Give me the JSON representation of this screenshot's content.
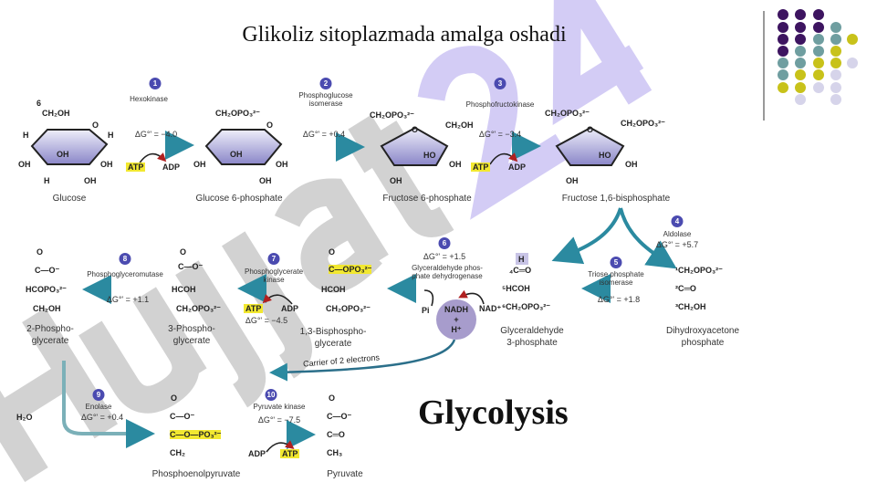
{
  "slide_title": "Glikoliz sitoplazmada amalga oshadi",
  "watermark": "Hujjat24",
  "decoration_colors": {
    "purple": "#3d1460",
    "teal": "#6f9ea0",
    "yellow": "#c8c21a",
    "lavender": "#d6d4ea"
  },
  "diagram": {
    "heading": "Glycolysis",
    "steps": [
      {
        "num": "1",
        "enzyme": "Hexokinase",
        "dg": "ΔG°' = −4.0"
      },
      {
        "num": "2",
        "enzyme": "Phosphoglucose",
        "enzyme2": "isomerase",
        "dg": "ΔG°' = +0.4"
      },
      {
        "num": "3",
        "enzyme": "Phosphofructokinase",
        "dg": "ΔG°' = −3.4"
      },
      {
        "num": "4",
        "enzyme": "Aldolase",
        "dg": "ΔG°' = +5.7"
      },
      {
        "num": "5",
        "enzyme": "Triose phosphate",
        "enzyme2": "isomerase",
        "dg": "ΔG°' = +1.8"
      },
      {
        "num": "6",
        "enzyme": "Glyceraldehyde phos-",
        "enzyme2": "phate dehydrogenase",
        "dg": "ΔG°' = +1.5"
      },
      {
        "num": "7",
        "enzyme": "Phosphoglycerate",
        "enzyme2": "kinase",
        "dg": "ΔG°' = −4.5"
      },
      {
        "num": "8",
        "enzyme": "Phosphoglyceromutase",
        "dg": "ΔG°' = +1.1"
      },
      {
        "num": "9",
        "enzyme": "Enolase",
        "dg": "ΔG°' = +0.4"
      },
      {
        "num": "10",
        "enzyme": "Pyruvate kinase",
        "dg": "ΔG°' = −7.5"
      }
    ],
    "compounds": {
      "glucose": "Glucose",
      "g6p": "Glucose 6-phosphate",
      "f6p": "Fructose 6-phosphate",
      "f16bp": "Fructose 1,6-bisphosphate",
      "dhap1": "Dihydroxyacetone",
      "dhap2": "phosphate",
      "g3p1": "Glyceraldehyde",
      "g3p2": "3-phosphate",
      "bpg1": "1,3-Bisphospho-",
      "bpg2": "glycerate",
      "pg3_1": "3-Phospho-",
      "pg3_2": "glycerate",
      "pg2_1": "2-Phospho-",
      "pg2_2": "glycerate",
      "pep": "Phosphoenolpyruvate",
      "pyruvate": "Pyruvate"
    },
    "cofactors": {
      "atp": "ATP",
      "adp": "ADP",
      "pi": "Pi",
      "nad": "NAD⁺",
      "nadh": "NADH",
      "plus": "+",
      "h": "H⁺",
      "h2o": "H₂O",
      "carrier": "Carrier of 2 electrons"
    },
    "groups": {
      "ch2oh": "CH₂OH",
      "ch2opo3": "CH₂OPO₃²⁻",
      "oh": "OH",
      "h": "H",
      "o": "O",
      "ho": "HO",
      "c_o_minus": "C—O⁻",
      "c_opo3": "C—OPO₃²⁻",
      "hcoh": "HCOH",
      "hcopo3": "HCOPO₃²⁻",
      "c_eq_o": "C═O",
      "c_o_po3": "C—O—PO₃²⁻",
      "ch2": "CH₂",
      "ch3": "CH₃",
      "c4": "₄C═O",
      "c5": "⁵HCOH",
      "c6": "⁶CH₂OPO₃²⁻",
      "d1": "¹CH₂OPO₃²⁻",
      "d2": "²C═O",
      "d3": "³CH₂OH",
      "n6": "6",
      "n5": "5",
      "n4": "4",
      "n3": "3",
      "n2": "2",
      "n1": "1"
    }
  }
}
